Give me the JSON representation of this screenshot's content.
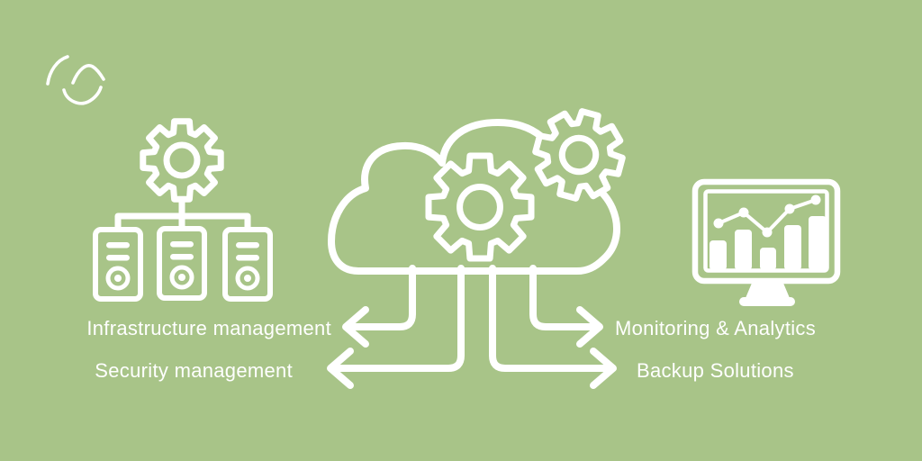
{
  "canvas": {
    "type": "infographic-diagram",
    "topic": "cloud-services",
    "colors": {
      "background": "#a8c488",
      "foreground": "#ffffff"
    }
  },
  "brand": {
    "logo_icon": "swoosh-logo-icon"
  },
  "diagram": {
    "center_icon": "cloud-with-gears-icon",
    "side_icons": {
      "left": "gear-servers-icon",
      "right": "monitor-analytics-icon"
    },
    "services": [
      {
        "id": "infrastructure",
        "label": "Infrastructure management",
        "side": "left",
        "row": "top",
        "arrow_direction": "left"
      },
      {
        "id": "security",
        "label": "Security management",
        "side": "left",
        "row": "bottom",
        "arrow_direction": "left"
      },
      {
        "id": "monitoring",
        "label": "Monitoring & Analytics",
        "side": "right",
        "row": "top",
        "arrow_direction": "right"
      },
      {
        "id": "backup",
        "label": "Backup Solutions",
        "side": "right",
        "row": "bottom",
        "arrow_direction": "right"
      }
    ]
  }
}
